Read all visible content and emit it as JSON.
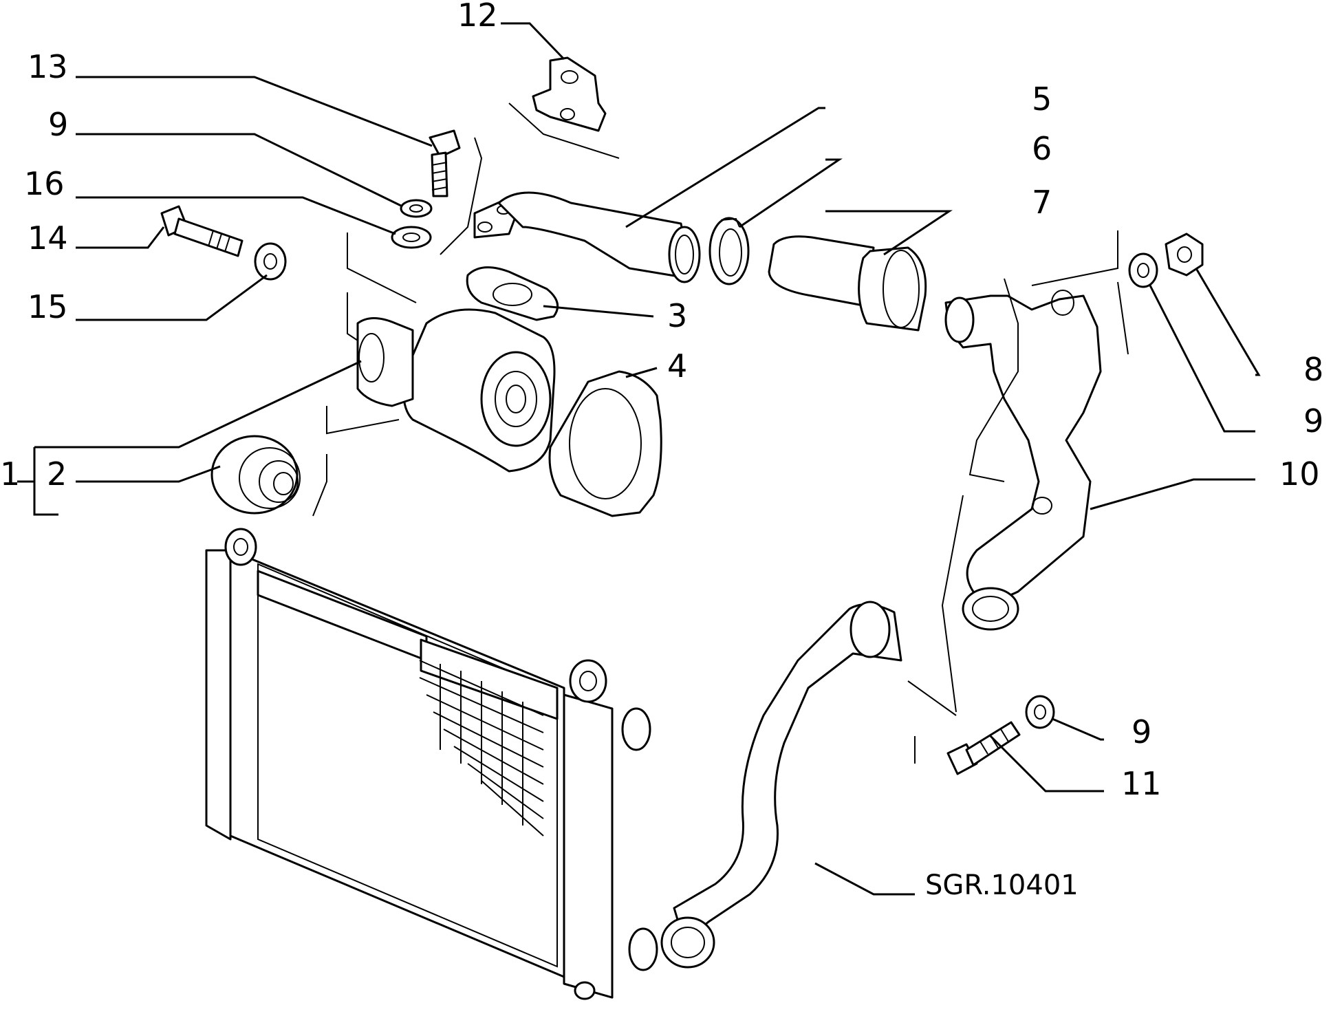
{
  "callouts": {
    "c1": "1",
    "c2": "2",
    "c3": "3",
    "c4": "4",
    "c5": "5",
    "c6": "6",
    "c7": "7",
    "c8": "8",
    "c9_top": "9",
    "c9_right": "9",
    "c9_bottom": "9",
    "c10": "10",
    "c11": "11",
    "c12": "12",
    "c13": "13",
    "c14": "14",
    "c15": "15",
    "c16": "16"
  },
  "drawing_code": "SGR.10401"
}
